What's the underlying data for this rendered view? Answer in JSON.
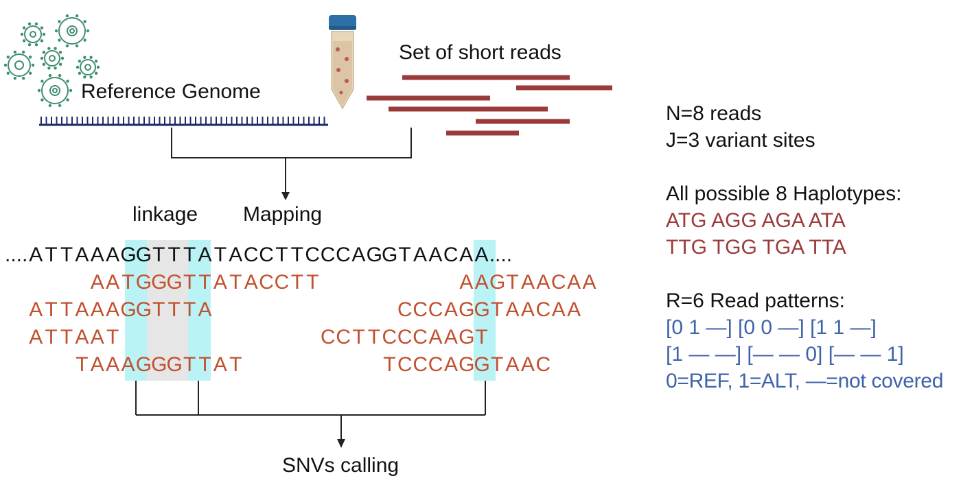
{
  "labels": {
    "reference_genome": "Reference Genome",
    "set_of_short_reads": "Set of short reads",
    "mapping": "Mapping",
    "linkage": "linkage",
    "snv_calling": "SNVs calling"
  },
  "reference_sequence": "....ATTAAAGGTTTATACCTTCCCAGGTAACAA....",
  "reads": [
    "AATGGGTTATACCTT",
    "AAGTAACAA",
    "ATTAAAGGTTTA",
    "CCCAGGTAACAA",
    "ATTAAT",
    "CCTTCCCAAGT",
    "TAAAGGGTTAT",
    "TCCCAGGTAAC"
  ],
  "info": {
    "n_reads": "N=8 reads",
    "j_sites": "J=3 variant sites",
    "haplotypes_title": "All possible 8 Haplotypes:",
    "haplotypes_line1": "ATG AGG AGA ATA",
    "haplotypes_line2": "TTG TGG TGA TTA",
    "patterns_title": "R=6 Read patterns:",
    "patterns_line1": "[0 1 —] [0 0 —] [1 1 —]",
    "patterns_line2": "[1 — —] [— — 0] [— — 1]",
    "legend": "0=REF, 1=ALT, —=not covered"
  },
  "colors": {
    "read_bar": "#9b3a3a",
    "read_text": "#c1502e",
    "haplotype_text": "#9b3a3a",
    "pattern_text": "#3f63a8",
    "genome_line": "#1f2a6b",
    "variant_highlight": "#b9f3f5",
    "linkage_highlight": "#e6e6e6",
    "virus": "#3f8f6f"
  },
  "icons": [
    "virus-icon",
    "sample-tube-icon"
  ]
}
